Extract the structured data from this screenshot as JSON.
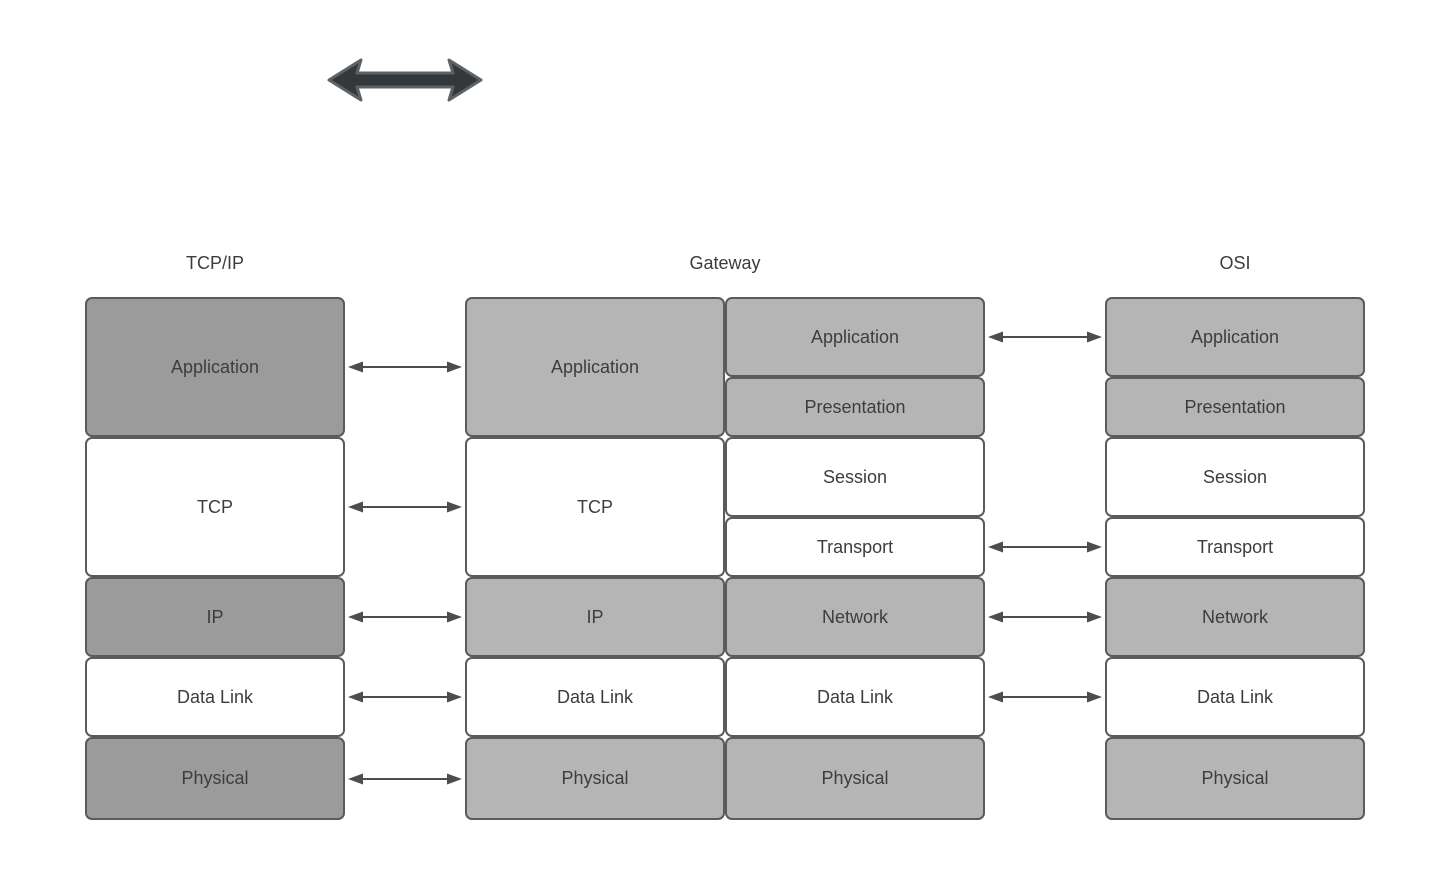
{
  "headers": {
    "tcpip": "TCP/IP",
    "gateway": "Gateway",
    "osi": "OSI"
  },
  "icons": {
    "top_left": "double-headed-horizontal-arrow"
  },
  "columns": [
    {
      "id": "tcpip",
      "layers": [
        {
          "label": "Application",
          "span": 2,
          "shade": "dark"
        },
        {
          "label": "TCP",
          "span": 2,
          "shade": "white"
        },
        {
          "label": "IP",
          "span": 1,
          "shade": "dark"
        },
        {
          "label": "Data Link",
          "span": 1,
          "shade": "white"
        },
        {
          "label": "Physical",
          "span": 1,
          "shade": "dark"
        }
      ]
    },
    {
      "id": "gateway-left",
      "layers": [
        {
          "label": "Application",
          "span": 2,
          "shade": "light"
        },
        {
          "label": "TCP",
          "span": 2,
          "shade": "white"
        },
        {
          "label": "IP",
          "span": 1,
          "shade": "light"
        },
        {
          "label": "Data Link",
          "span": 1,
          "shade": "white"
        },
        {
          "label": "Physical",
          "span": 1,
          "shade": "light"
        }
      ]
    },
    {
      "id": "gateway-right",
      "layers": [
        {
          "label": "Application",
          "span": 1,
          "shade": "light"
        },
        {
          "label": "Presentation",
          "span": 1,
          "shade": "light"
        },
        {
          "label": "Session",
          "span": 1,
          "shade": "white"
        },
        {
          "label": "Transport",
          "span": 1,
          "shade": "white"
        },
        {
          "label": "Network",
          "span": 1,
          "shade": "light"
        },
        {
          "label": "Data Link",
          "span": 1,
          "shade": "white"
        },
        {
          "label": "Physical",
          "span": 1,
          "shade": "light"
        }
      ]
    },
    {
      "id": "osi",
      "layers": [
        {
          "label": "Application",
          "span": 1,
          "shade": "light"
        },
        {
          "label": "Presentation",
          "span": 1,
          "shade": "light"
        },
        {
          "label": "Session",
          "span": 1,
          "shade": "white"
        },
        {
          "label": "Transport",
          "span": 1,
          "shade": "white"
        },
        {
          "label": "Network",
          "span": 1,
          "shade": "light"
        },
        {
          "label": "Data Link",
          "span": 1,
          "shade": "white"
        },
        {
          "label": "Physical",
          "span": 1,
          "shade": "light"
        }
      ]
    }
  ],
  "connections": {
    "tcpip_gateway": [
      "Application",
      "TCP",
      "IP",
      "Data Link",
      "Physical"
    ],
    "gateway_osi": [
      "Application",
      "Transport",
      "Network",
      "Data Link"
    ]
  },
  "colors": {
    "background": "#ffffff",
    "box_dark_gray": "#9b9b9b",
    "box_light_gray": "#b5b5b5",
    "box_white": "#ffffff",
    "border": "#5b5b5b",
    "text": "#3d3d3d",
    "arrow": "#4d4d4d",
    "big_arrow_fill": "#35383b",
    "big_arrow_stroke": "#5f6265"
  }
}
